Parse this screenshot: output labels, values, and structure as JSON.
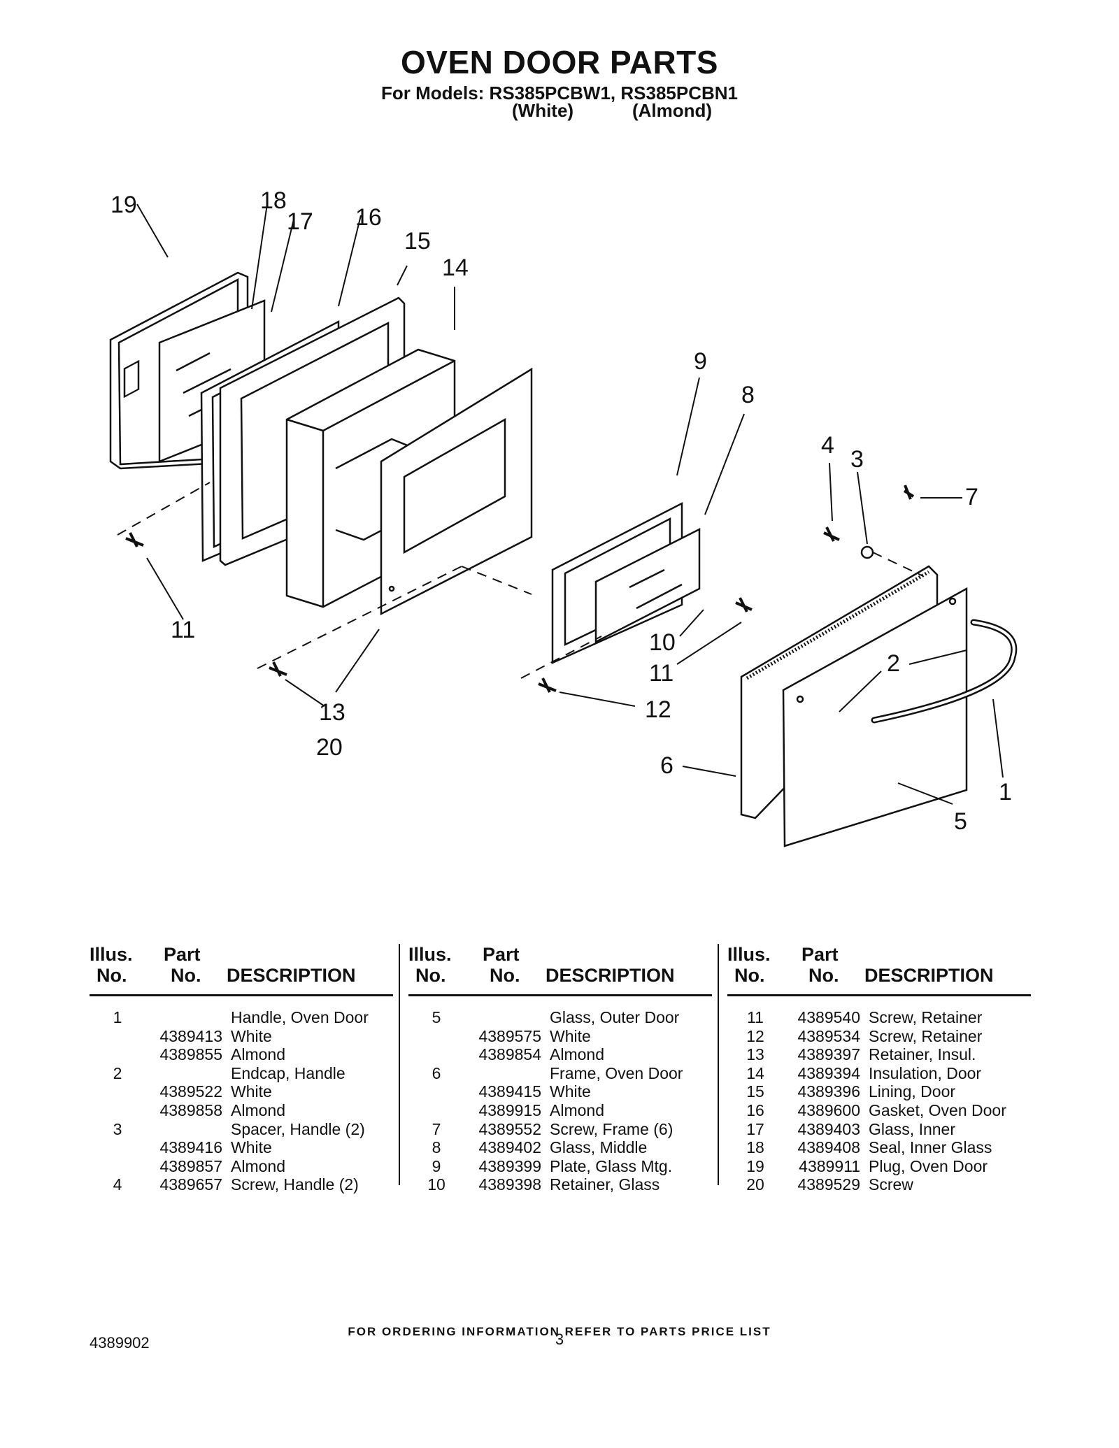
{
  "header": {
    "title": "OVEN DOOR PARTS",
    "models": "For Models: RS385PCBW1, RS385PCBN1",
    "color_white": "(White)",
    "color_almond": "(Almond)"
  },
  "diagram": {
    "callouts": [
      "19",
      "18",
      "17",
      "16",
      "15",
      "14",
      "9",
      "8",
      "4",
      "3",
      "7",
      "11",
      "10",
      "11",
      "2",
      "13",
      "12",
      "20",
      "6",
      "1",
      "5"
    ]
  },
  "table_header": {
    "illus_line1": "Illus.",
    "illus_line2": "No.",
    "part_line1": "Part",
    "part_line2": "No.",
    "description": "DESCRIPTION"
  },
  "columns": [
    [
      {
        "illus": "1",
        "part": "",
        "desc": "Handle, Oven Door"
      },
      {
        "illus": "",
        "part": "4389413",
        "desc": "White"
      },
      {
        "illus": "",
        "part": "4389855",
        "desc": "Almond"
      },
      {
        "illus": "2",
        "part": "",
        "desc": "Endcap, Handle"
      },
      {
        "illus": "",
        "part": "4389522",
        "desc": "White"
      },
      {
        "illus": "",
        "part": "4389858",
        "desc": "Almond"
      },
      {
        "illus": "3",
        "part": "",
        "desc": "Spacer, Handle (2)"
      },
      {
        "illus": "",
        "part": "4389416",
        "desc": "White"
      },
      {
        "illus": "",
        "part": "4389857",
        "desc": "Almond"
      },
      {
        "illus": "4",
        "part": "4389657",
        "desc": "Screw, Handle (2)"
      }
    ],
    [
      {
        "illus": "5",
        "part": "",
        "desc": "Glass, Outer Door"
      },
      {
        "illus": "",
        "part": "4389575",
        "desc": "White"
      },
      {
        "illus": "",
        "part": "4389854",
        "desc": "Almond"
      },
      {
        "illus": "6",
        "part": "",
        "desc": "Frame, Oven Door"
      },
      {
        "illus": "",
        "part": "4389415",
        "desc": "White"
      },
      {
        "illus": "",
        "part": "4389915",
        "desc": "Almond"
      },
      {
        "illus": "7",
        "part": "4389552",
        "desc": "Screw, Frame (6)"
      },
      {
        "illus": "8",
        "part": "4389402",
        "desc": "Glass, Middle"
      },
      {
        "illus": "9",
        "part": "4389399",
        "desc": "Plate, Glass Mtg."
      },
      {
        "illus": "10",
        "part": "4389398",
        "desc": "Retainer, Glass"
      }
    ],
    [
      {
        "illus": "11",
        "part": "4389540",
        "desc": "Screw, Retainer"
      },
      {
        "illus": "12",
        "part": "4389534",
        "desc": "Screw, Retainer"
      },
      {
        "illus": "13",
        "part": "4389397",
        "desc": "Retainer, Insul."
      },
      {
        "illus": "14",
        "part": "4389394",
        "desc": "Insulation, Door"
      },
      {
        "illus": "15",
        "part": "4389396",
        "desc": "Lining, Door"
      },
      {
        "illus": "16",
        "part": "4389600",
        "desc": "Gasket, Oven Door"
      },
      {
        "illus": "17",
        "part": "4389403",
        "desc": "Glass, Inner"
      },
      {
        "illus": "18",
        "part": "4389408",
        "desc": "Seal, Inner Glass"
      },
      {
        "illus": "19",
        "part": "4389911",
        "desc": "Plug, Oven Door"
      },
      {
        "illus": "20",
        "part": "4389529",
        "desc": "Screw"
      }
    ]
  ],
  "footer": {
    "ordering_note": "FOR ORDERING INFORMATION REFER TO PARTS PRICE LIST",
    "doc_number": "4389902",
    "page_number": "3"
  }
}
